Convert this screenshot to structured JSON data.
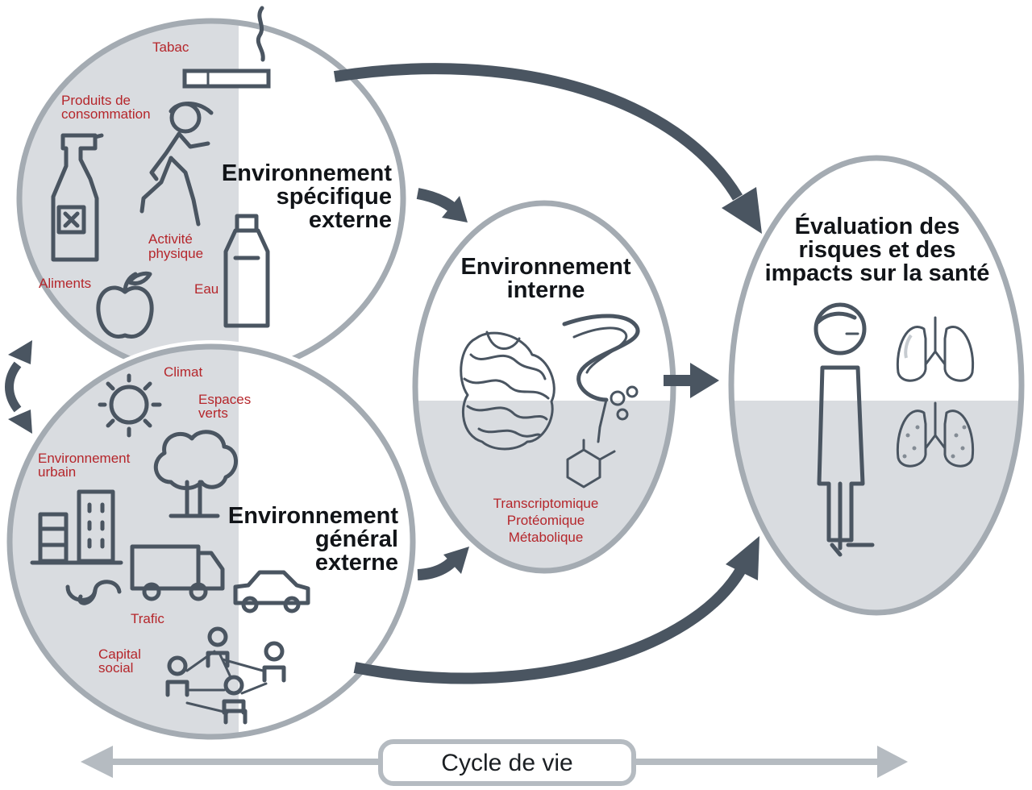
{
  "circles": {
    "specifique": {
      "title": [
        "Environnement",
        "spécifique",
        "externe"
      ],
      "labels": {
        "tabac": "Tabac",
        "produits": [
          "Produits de",
          "consommation"
        ],
        "activite": [
          "Activité",
          "physique"
        ],
        "aliments": "Aliments",
        "eau": "Eau"
      }
    },
    "general": {
      "title": [
        "Environnement",
        "général",
        "externe"
      ],
      "labels": {
        "climat": "Climat",
        "espaces": [
          "Espaces",
          "verts"
        ],
        "urbain": [
          "Environnement",
          "urbain"
        ],
        "trafic": "Trafic",
        "capital": [
          "Capital",
          "social"
        ]
      }
    },
    "interne": {
      "title": [
        "Environnement",
        "interne"
      ],
      "labels": [
        "Transcriptomique",
        "Protéomique",
        "Métabolique"
      ]
    },
    "evaluation": {
      "title": [
        "Évaluation des",
        "risques et des",
        "impacts sur la santé"
      ]
    }
  },
  "lifecycle": {
    "label": "Cycle de vie"
  },
  "colors": {
    "arrow": "#4a5561",
    "circle_outline": "#a4abb2",
    "shaded_fill": "#d9dce0",
    "label_red": "#b5262b",
    "title_black": "#111418"
  }
}
